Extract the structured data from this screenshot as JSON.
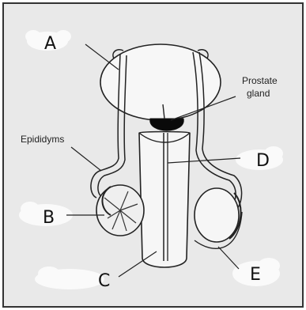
{
  "diagram": {
    "labels": {
      "A": "A",
      "B": "B",
      "C": "C",
      "D": "D",
      "E": "E",
      "prostate_line1": "Prostate",
      "prostate_line2": "gland",
      "epididymis": "Epididyms"
    },
    "colors": {
      "background": "#e9e9e9",
      "outline": "#222222",
      "blob": "#fafafa",
      "gland": "#0a0a0a"
    }
  }
}
